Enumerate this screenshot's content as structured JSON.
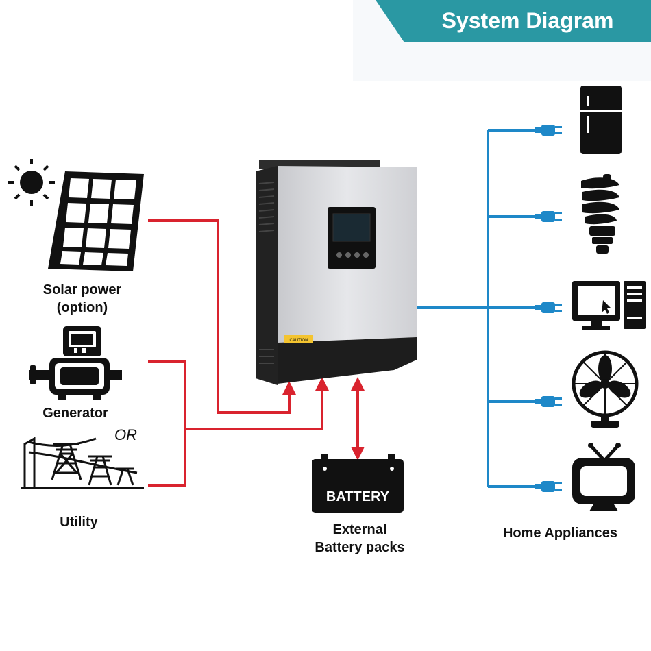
{
  "header": {
    "title": "System Diagram"
  },
  "sources": {
    "solar": {
      "line1": "Solar power",
      "line2": "(option)"
    },
    "generator": {
      "label": "Generator"
    },
    "or_text": "OR",
    "utility": {
      "label": "Utility"
    }
  },
  "battery": {
    "label": "BATTERY",
    "caption_line1": "External",
    "caption_line2": "Battery packs"
  },
  "inverter": {
    "caution_label": "CAUTION"
  },
  "appliances": {
    "label": "Home Appliances",
    "items": [
      "refrigerator",
      "light-bulb",
      "computer",
      "fan",
      "television"
    ]
  },
  "colors": {
    "banner": "#2a98a3",
    "input_line": "#d9232e",
    "output_line": "#1e88c8",
    "icon": "#111111"
  }
}
